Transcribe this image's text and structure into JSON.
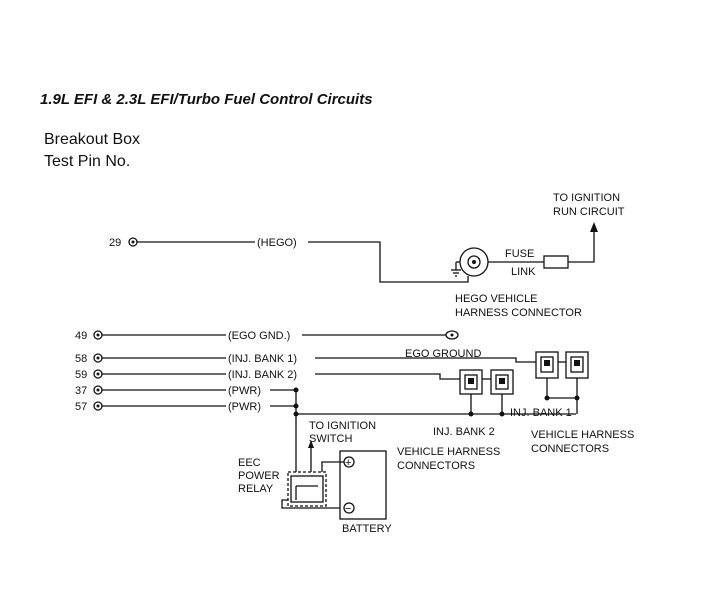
{
  "title": "1.9L EFI & 2.3L EFI/Turbo Fuel Control Circuits",
  "heading_line1": "Breakout Box",
  "heading_line2": "Test Pin No.",
  "pins": [
    {
      "number": "29",
      "signal": "(HEGO)"
    },
    {
      "number": "49",
      "signal": "(EGO GND.)"
    },
    {
      "number": "58",
      "signal": "(INJ. BANK 1)"
    },
    {
      "number": "59",
      "signal": "(INJ. BANK 2)"
    },
    {
      "number": "37",
      "signal": "(PWR)"
    },
    {
      "number": "57",
      "signal": "(PWR)"
    }
  ],
  "labels": {
    "to_ignition_run_1": "TO IGNITION",
    "to_ignition_run_2": "RUN CIRCUIT",
    "fuse": "FUSE",
    "link": "LINK",
    "hego_conn_1": "HEGO VEHICLE",
    "hego_conn_2": "HARNESS CONNECTOR",
    "ego_ground": "EGO GROUND",
    "inj_bank_1": "INJ. BANK 1",
    "inj_bank_2": "INJ. BANK 2",
    "vhc_right_1": "VEHICLE HARNESS",
    "vhc_right_2": "CONNECTORS",
    "vhc_mid_1": "VEHICLE HARNESS",
    "vhc_mid_2": "CONNECTORS",
    "to_ignition_switch_1": "TO IGNITION",
    "to_ignition_switch_2": "SWITCH",
    "eec_1": "EEC",
    "eec_2": "POWER",
    "eec_3": "RELAY",
    "battery": "BATTERY",
    "plus": "+",
    "minus": "−"
  }
}
